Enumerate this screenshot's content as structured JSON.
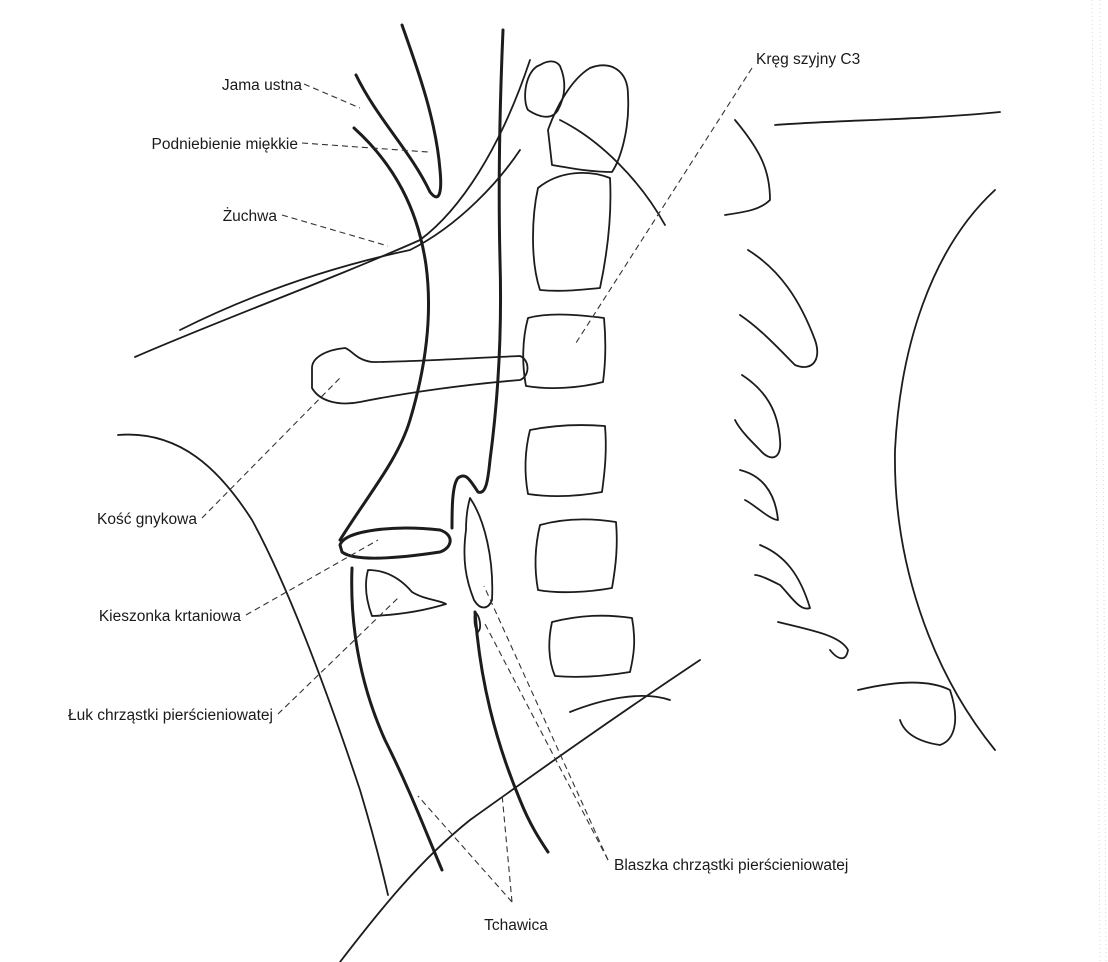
{
  "labels": {
    "jama_ustna": "Jama ustna",
    "podniebienie": "Podniebienie miękkie",
    "zuchwa": "Żuchwa",
    "kosc_gnykowa": "Kość gnykowa",
    "kieszonka": "Kieszonka krtaniowa",
    "luk": "Łuk chrząstki pierścieniowatej",
    "tchawica": "Tchawica",
    "blaszka": "Blaszka chrząstki pierścieniowatej",
    "kreg": "Kręg szyjny C3"
  },
  "colors": {
    "ink": "#1c1c1c",
    "background": "#ffffff"
  }
}
